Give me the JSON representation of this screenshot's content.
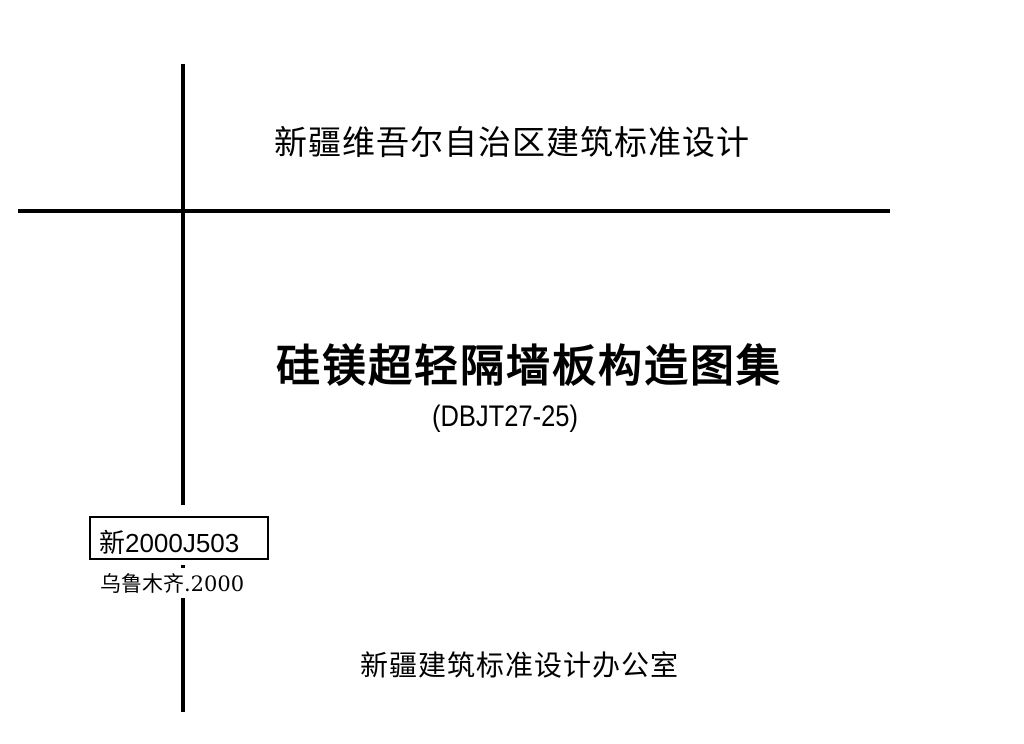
{
  "header": {
    "organization": "新疆维吾尔自治区建筑标准设计"
  },
  "document": {
    "title": "硅镁超轻隔墙板构造图集",
    "standard_code": "(DBJT27-25)"
  },
  "atlas": {
    "number": "新2000J503",
    "place_year": "乌鲁木齐.2000"
  },
  "footer": {
    "publisher": "新疆建筑标准设计办公室"
  }
}
